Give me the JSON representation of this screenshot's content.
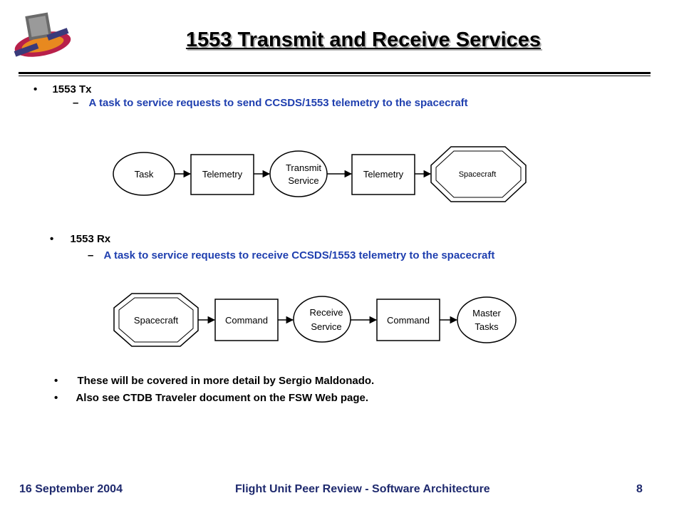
{
  "title": "1553 Transmit and Receive Services",
  "tx": {
    "bullet": "1553 Tx",
    "sub": "A task to service requests to send CCSDS/1553 telemetry to the spacecraft",
    "flow": [
      "Task",
      "Telemetry",
      "Transmit",
      "Service",
      "Telemetry",
      "Spacecraft"
    ]
  },
  "rx": {
    "bullet": "1553 Rx",
    "sub": "A task to service requests to receive CCSDS/1553 telemetry to the spacecraft",
    "flow": [
      "Spacecraft",
      "Command",
      "Receive",
      "Service",
      "Command",
      "Master",
      "Tasks"
    ]
  },
  "notes": [
    "These will be covered in more detail by Sergio Maldonado.",
    "Also see CTDB Traveler document on the FSW Web page."
  ],
  "footer": {
    "date": "16 September 2004",
    "center": "Flight Unit Peer Review - Software Architecture",
    "page": "8"
  },
  "glyphs": {
    "bullet": "•",
    "dash": "–"
  },
  "colors": {
    "accent_text": "#1f3faf",
    "footer_text": "#1f2a6e"
  }
}
